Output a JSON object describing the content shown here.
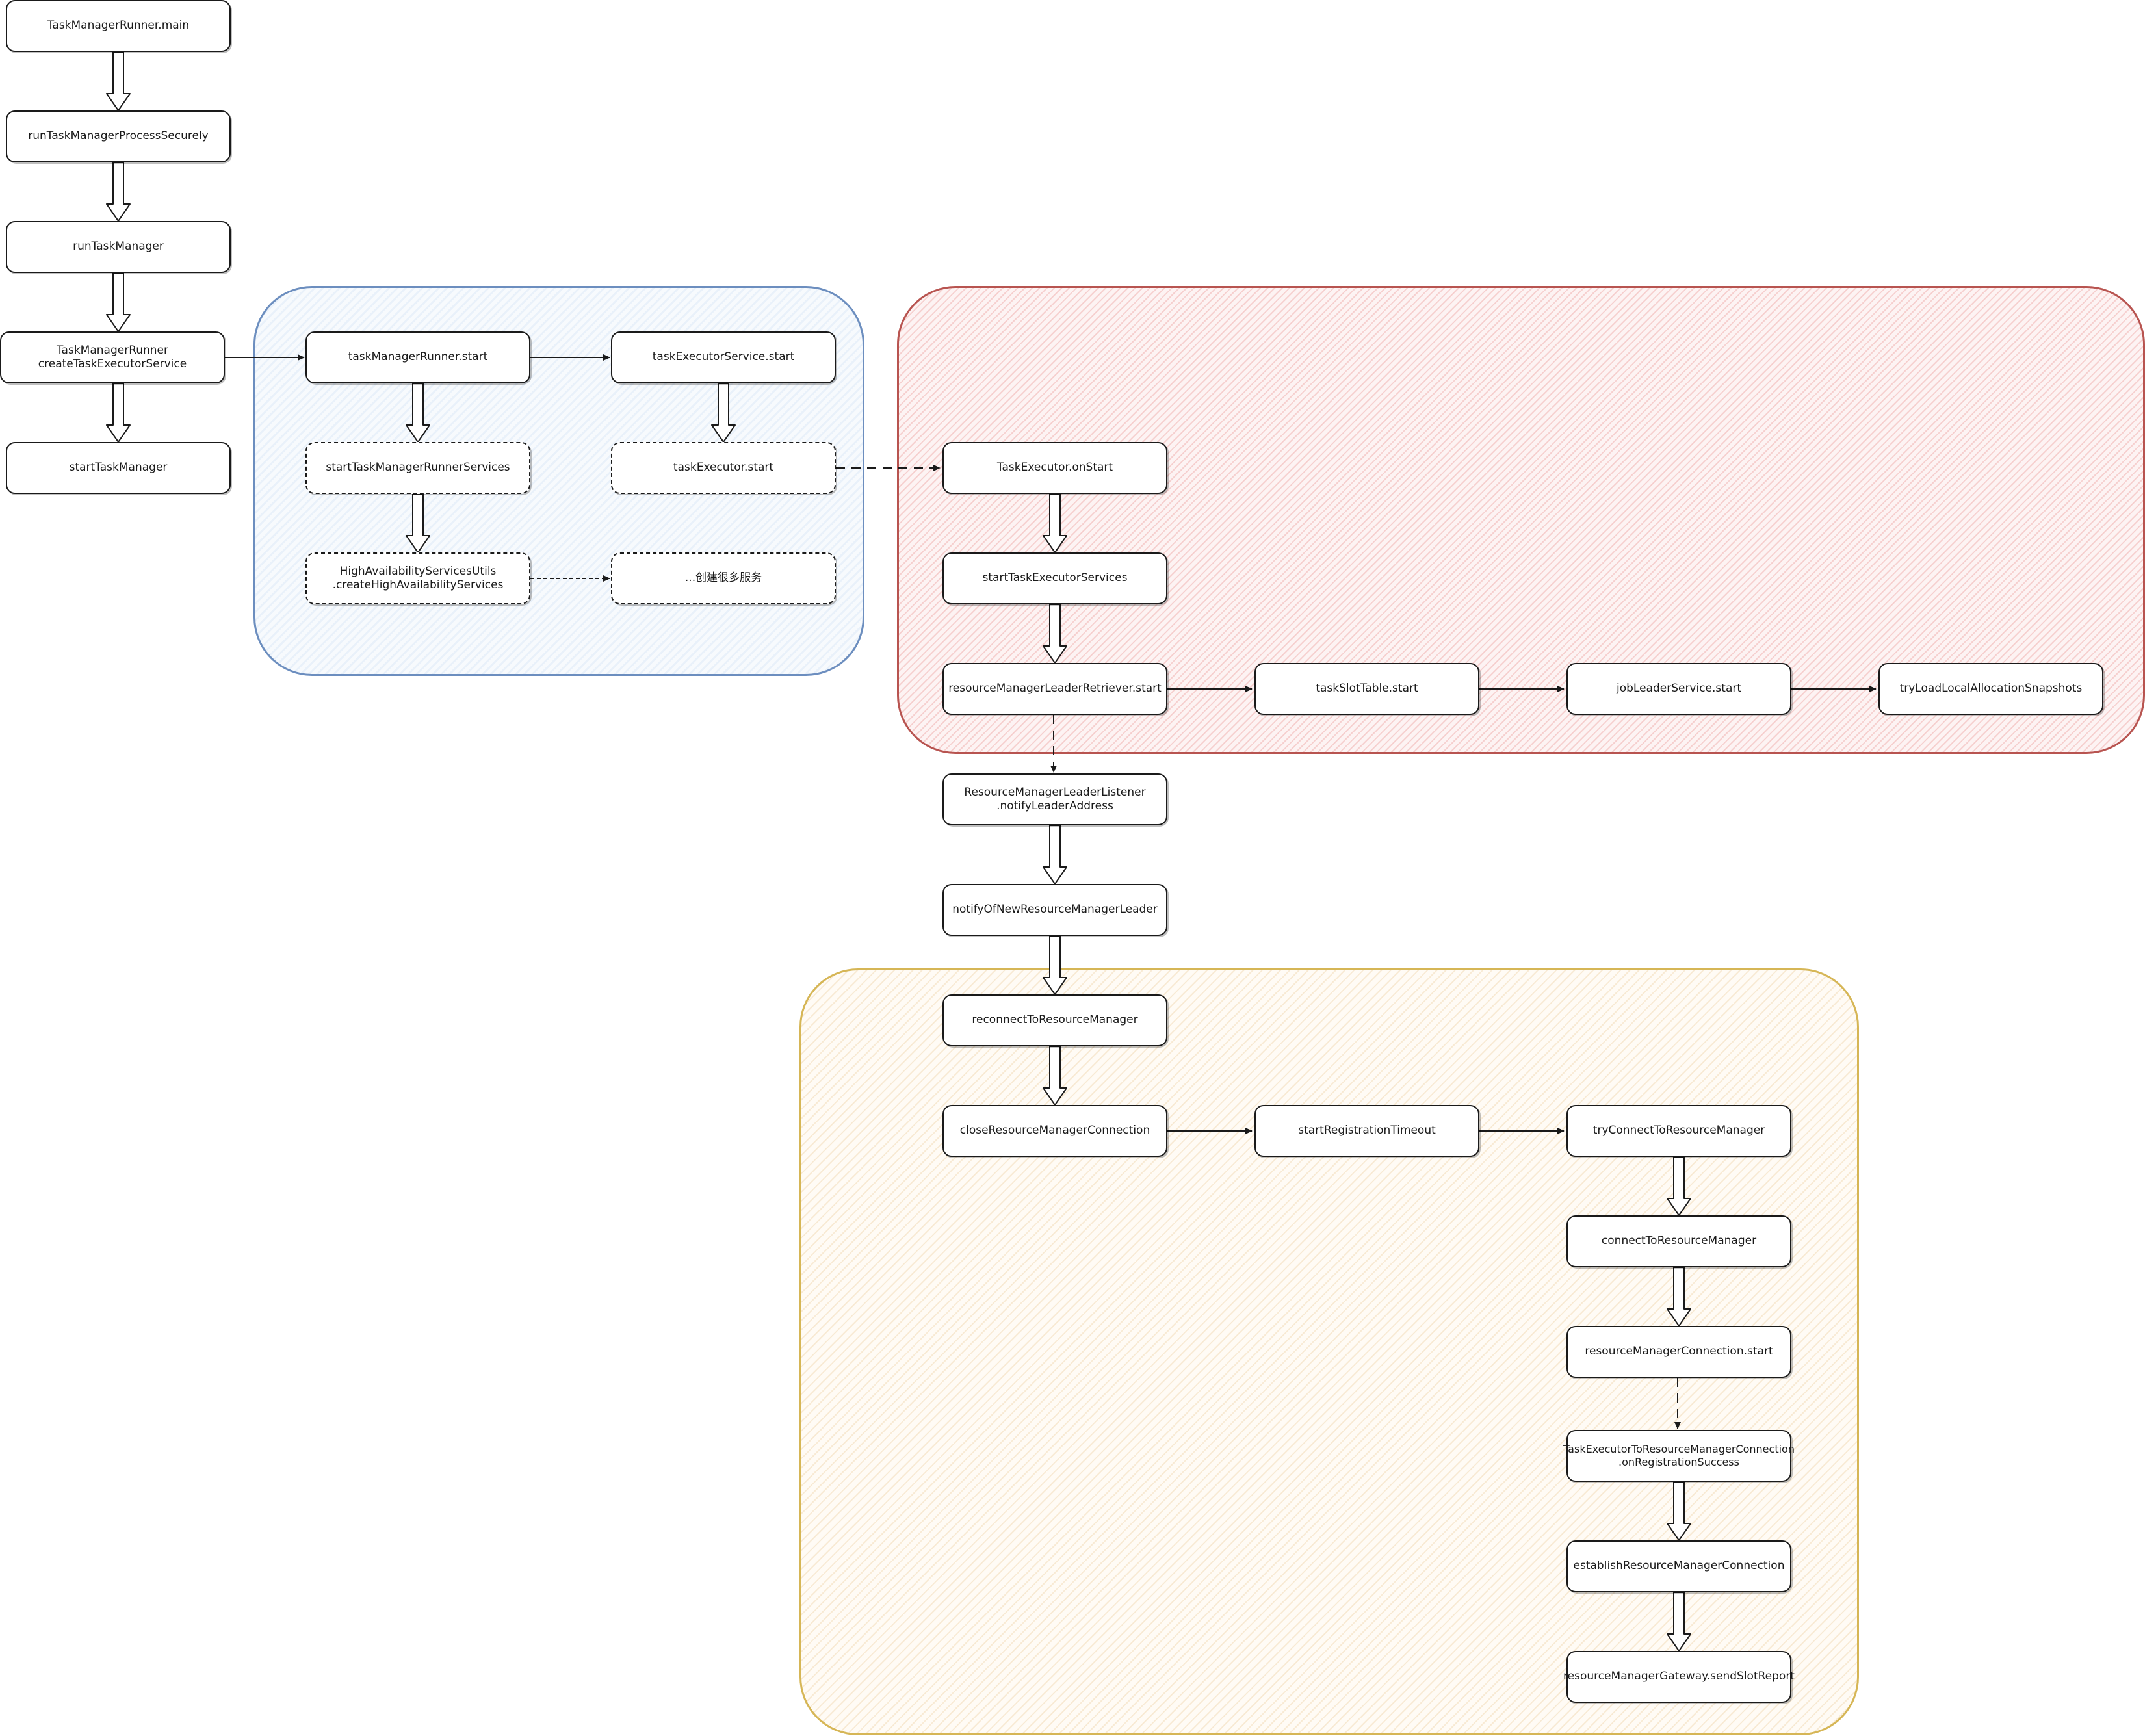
{
  "colors": {
    "blue_group_fill": "#dae8fc",
    "blue_group_stroke": "#6c8ebf",
    "red_group_fill": "#f8cecc",
    "red_group_stroke": "#b85450",
    "yellow_group_fill": "#fff2cc",
    "yellow_group_stroke": "#d6b656",
    "node_stroke": "#1a1a1a"
  },
  "nodes": {
    "main": "TaskManagerRunner.main",
    "run_securely": "runTaskManagerProcessSecurely",
    "run_tm": "runTaskManager",
    "create_tes": "TaskManagerRunner\ncreateTaskExecutorService",
    "start_tm": "startTaskManager",
    "tmr_start": "taskManagerRunner.start",
    "tes_start": "taskExecutorService.start",
    "start_tmr_services": "startTaskManagerRunnerServices",
    "te_start": "taskExecutor.start",
    "ha_utils": "HighAvailabilityServicesUtils\n.createHighAvailabilityServices",
    "many_services": "...创建很多服务",
    "te_onstart": "TaskExecutor.onStart",
    "start_te_services": "startTaskExecutorServices",
    "rm_retriever_start": "resourceManagerLeaderRetriever.start",
    "slot_table_start": "taskSlotTable.start",
    "job_leader_start": "jobLeaderService.start",
    "try_load": "tryLoadLocalAllocationSnapshots",
    "rm_listener": "ResourceManagerLeaderListener\n.notifyLeaderAddress",
    "notify_new_rm": "notifyOfNewResourceManagerLeader",
    "reconnect": "reconnectToResourceManager",
    "close_conn": "closeResourceManagerConnection",
    "start_reg_timeout": "startRegistrationTimeout",
    "try_connect": "tryConnectToResourceManager",
    "connect": "connectToResourceManager",
    "rm_conn_start": "resourceManagerConnection.start",
    "on_reg_success": "TaskExecutorToResourceManagerConnection\n.onRegistrationSuccess",
    "establish": "establishResourceManagerConnection",
    "send_slot_report": "resourceManagerGateway.sendSlotReport"
  }
}
